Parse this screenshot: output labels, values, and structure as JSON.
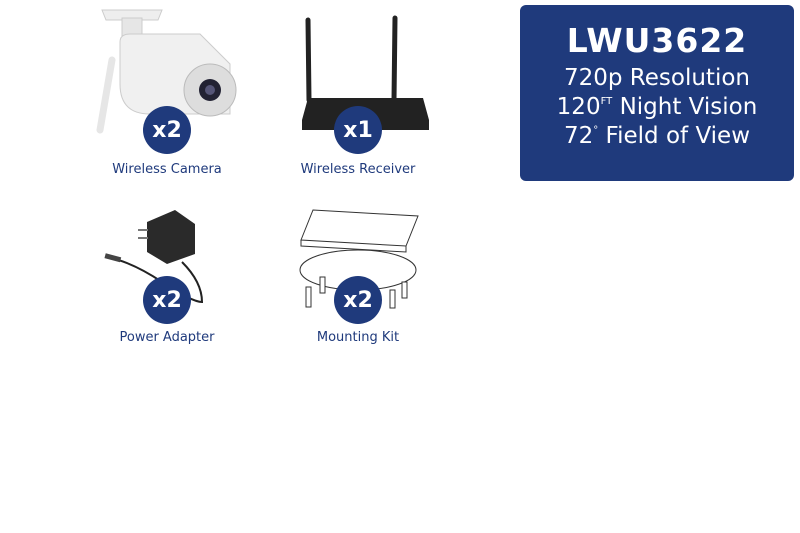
{
  "items": [
    {
      "label": "Wireless Camera",
      "qty": "x2",
      "icon": "camera-icon"
    },
    {
      "label": "Wireless Receiver",
      "qty": "x1",
      "icon": "receiver-icon"
    },
    {
      "label": "Power Adapter",
      "qty": "x2",
      "icon": "power-adapter-icon"
    },
    {
      "label": "Mounting Kit",
      "qty": "x2",
      "icon": "mounting-kit-icon"
    }
  ],
  "specs": {
    "model": "LWU3622",
    "resolution": "720p Resolution",
    "night_vision_value": "120",
    "night_vision_unit": "FT",
    "night_vision_label": " Night Vision",
    "fov_value": "72",
    "fov_unit": "°",
    "fov_label": " Field of View"
  },
  "colors": {
    "brand": "#1f3a7c"
  }
}
